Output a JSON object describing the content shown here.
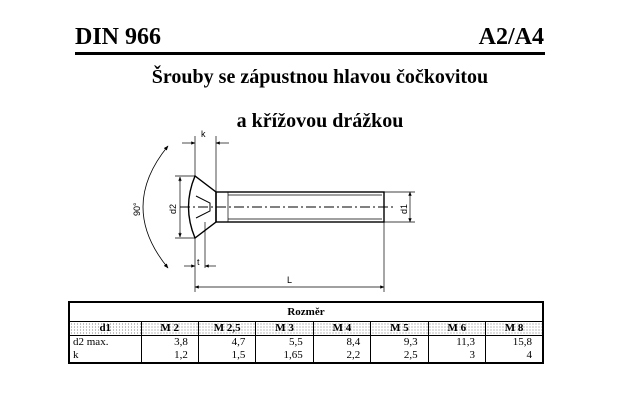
{
  "header": {
    "standard": "DIN 966",
    "material": "A2/A4"
  },
  "title": {
    "line1": "Šrouby se zápustnou hlavou čočkovitou",
    "line2": "a křížovou drážkou"
  },
  "drawing": {
    "label_k": "k",
    "label_angle": "90°",
    "label_d2": "d2",
    "label_d1": "d1",
    "label_t": "t",
    "label_L": "L"
  },
  "table": {
    "caption": "Rozměr",
    "header_label": "d1",
    "sizes": [
      "M 2",
      "M 2,5",
      "M 3",
      "M 4",
      "M 5",
      "M 6",
      "M 8"
    ],
    "rows": [
      {
        "label": "d2 max.",
        "values": [
          "3,8",
          "4,7",
          "5,5",
          "8,4",
          "9,3",
          "11,3",
          "15,8"
        ]
      },
      {
        "label": "k",
        "values": [
          "1,2",
          "1,5",
          "1,65",
          "2,2",
          "2,5",
          "3",
          "4"
        ]
      }
    ]
  }
}
